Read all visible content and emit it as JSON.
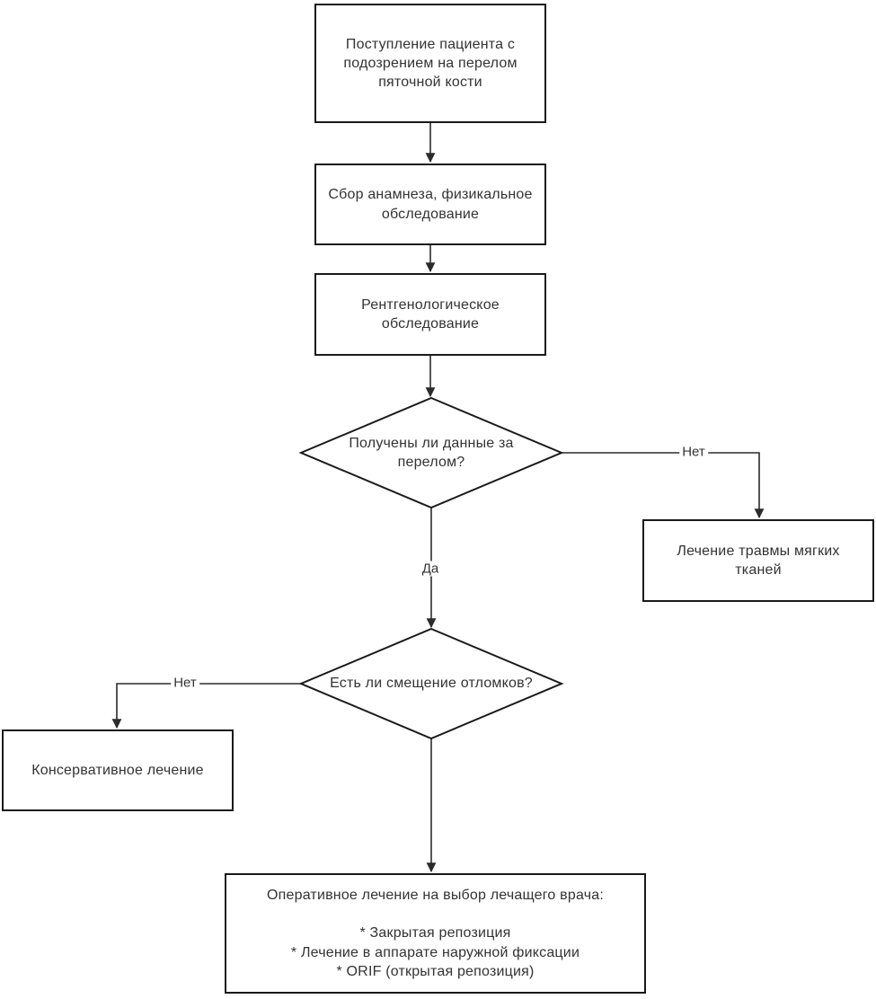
{
  "colors": {
    "line": "#2b2b2b",
    "border": "#1a1a1a",
    "fill": "#ffffff",
    "text": "#333333",
    "background": "#ffffff"
  },
  "nodes": {
    "entry": {
      "lines": [
        "Поступление пациента с",
        "подозрением на перелом",
        "пяточной кости"
      ]
    },
    "anamnesis": {
      "lines": [
        "Сбор анамнеза, физикальное",
        "обследование"
      ]
    },
    "xray": {
      "lines": [
        "Рентгенологическое",
        "обследование"
      ]
    },
    "fracture_decision": {
      "lines": [
        "Получены ли данные за",
        "перелом?"
      ]
    },
    "soft_tissue": {
      "lines": [
        "Лечение травмы мягких",
        "тканей"
      ]
    },
    "displacement_decision": {
      "lines": [
        "Есть ли смещение отломков?"
      ]
    },
    "conservative": {
      "lines": [
        "Консервативное лечение"
      ]
    },
    "operative": {
      "title": "Оперативное лечение на выбор лечащего врача:",
      "options": [
        "* Закрытая репозиция",
        "* Лечение в аппарате наружной фиксации",
        "* ORIF (открытая репозиция)"
      ]
    }
  },
  "edge_labels": {
    "yes": "Да",
    "no_fracture": "Нет",
    "no_displacement": "Нет"
  }
}
